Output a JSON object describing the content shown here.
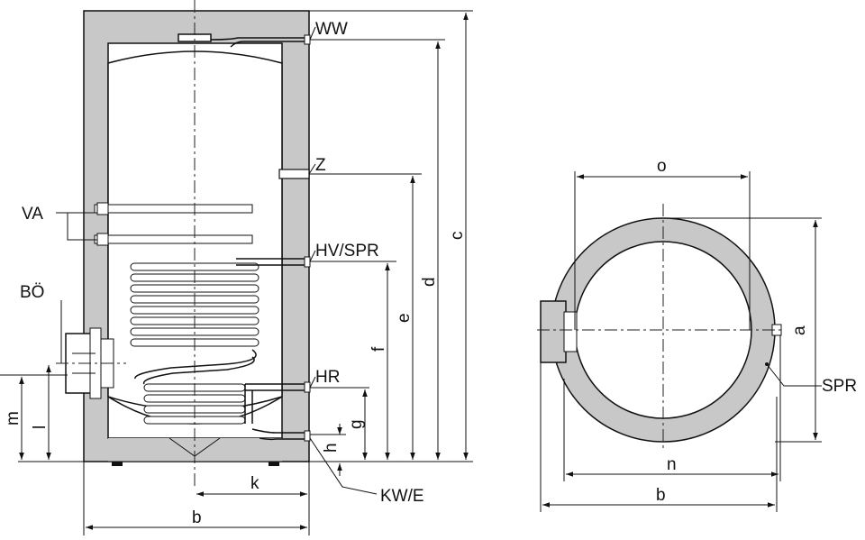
{
  "side_view": {
    "connections": {
      "ww": "WW",
      "z": "Z",
      "va": "VA",
      "hv_spr": "HV/SPR",
      "boe": "BÖ",
      "hr": "HR",
      "kw_e": "KW/E"
    },
    "dimensions": {
      "c": "c",
      "d": "d",
      "e": "e",
      "f": "f",
      "g": "g",
      "h": "h",
      "m": "m",
      "l": "l",
      "k": "k",
      "b": "b"
    }
  },
  "top_view": {
    "dimensions": {
      "o": "o",
      "a": "a",
      "n": "n",
      "b": "b"
    },
    "connections": {
      "spr": "SPR"
    }
  },
  "colors": {
    "insulation": "#c8c8c8",
    "lines": "#111111"
  }
}
